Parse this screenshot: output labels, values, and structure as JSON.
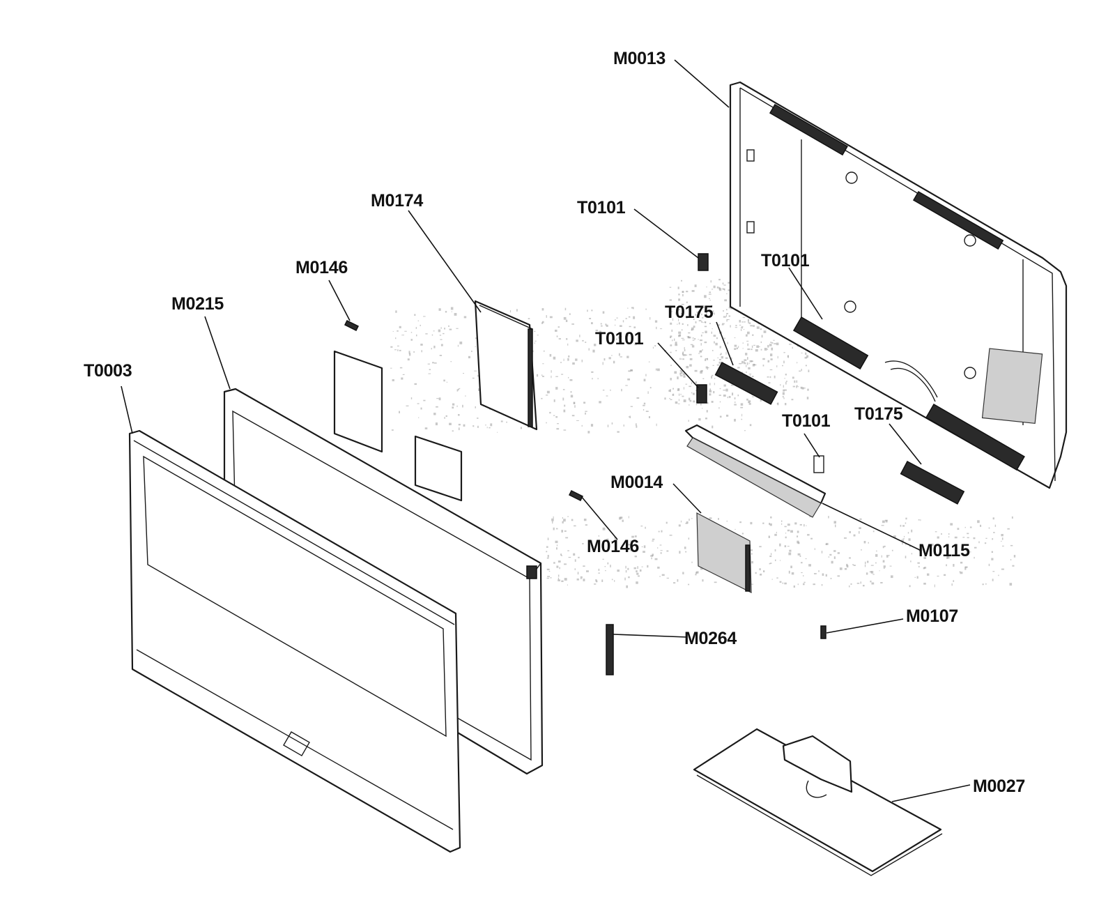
{
  "callouts": [
    {
      "id": "M0013",
      "text": "M0013"
    },
    {
      "id": "M0174",
      "text": "M0174"
    },
    {
      "id": "T0101_a",
      "text": "T0101"
    },
    {
      "id": "T0101_b",
      "text": "T0101"
    },
    {
      "id": "M0146_a",
      "text": "M0146"
    },
    {
      "id": "M0215",
      "text": "M0215"
    },
    {
      "id": "T0175_a",
      "text": "T0175"
    },
    {
      "id": "T0101_c",
      "text": "T0101"
    },
    {
      "id": "T0003",
      "text": "T0003"
    },
    {
      "id": "T0101_d",
      "text": "T0101"
    },
    {
      "id": "T0175_b",
      "text": "T0175"
    },
    {
      "id": "M0014",
      "text": "M0014"
    },
    {
      "id": "M0146_b",
      "text": "M0146"
    },
    {
      "id": "M0115",
      "text": "M0115"
    },
    {
      "id": "M0107",
      "text": "M0107"
    },
    {
      "id": "M0264",
      "text": "M0264"
    },
    {
      "id": "M0027",
      "text": "M0027"
    }
  ],
  "colors": {
    "ink": "#111111",
    "paper": "#ffffff"
  }
}
